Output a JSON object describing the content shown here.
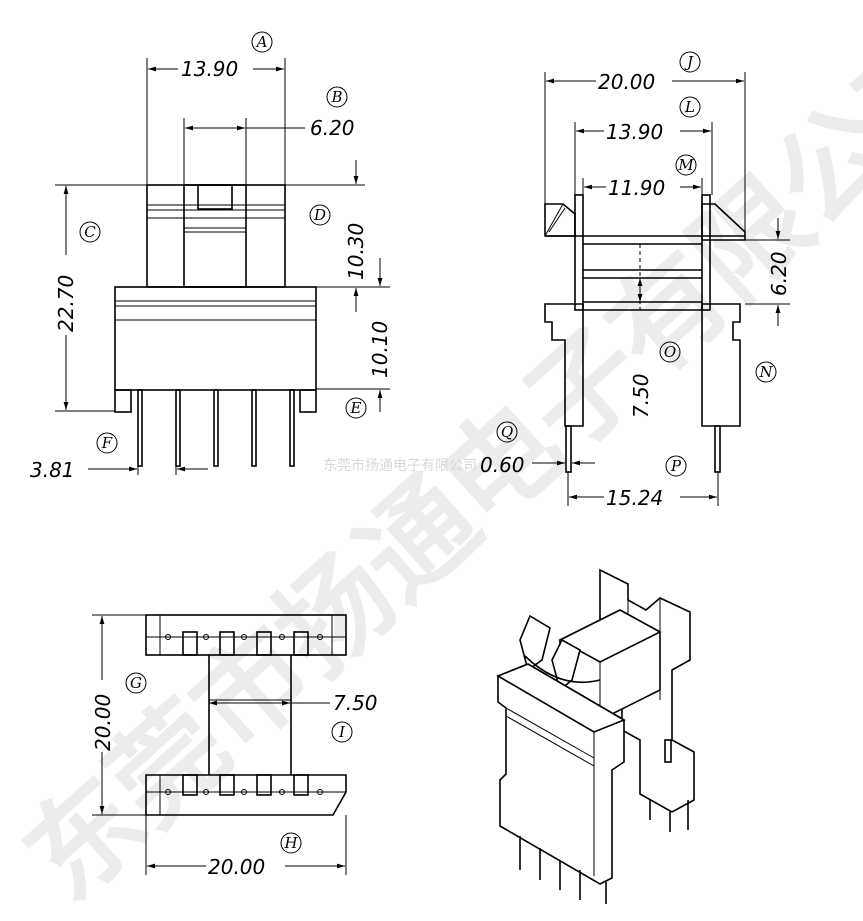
{
  "watermark": {
    "company": "东莞市扬通电子有限公司",
    "small_text": "东莞市扬通电子有限公司"
  },
  "dimensions": {
    "A": "13.90",
    "B": "6.20",
    "C": "22.70",
    "D": "10.30",
    "E": "10.10",
    "F": "3.81",
    "G": "20.00",
    "H": "20.00",
    "I": "7.50",
    "J": "20.00",
    "L": "13.90",
    "M": "11.90",
    "N": "6.20",
    "O": "7.50",
    "P": "15.24",
    "Q": "0.60"
  },
  "labels": {
    "A": "A",
    "B": "B",
    "C": "C",
    "D": "D",
    "E": "E",
    "F": "F",
    "G": "G",
    "H": "H",
    "I": "I",
    "J": "J",
    "L": "L",
    "M": "M",
    "N": "N",
    "O": "O",
    "P": "P",
    "Q": "Q"
  }
}
